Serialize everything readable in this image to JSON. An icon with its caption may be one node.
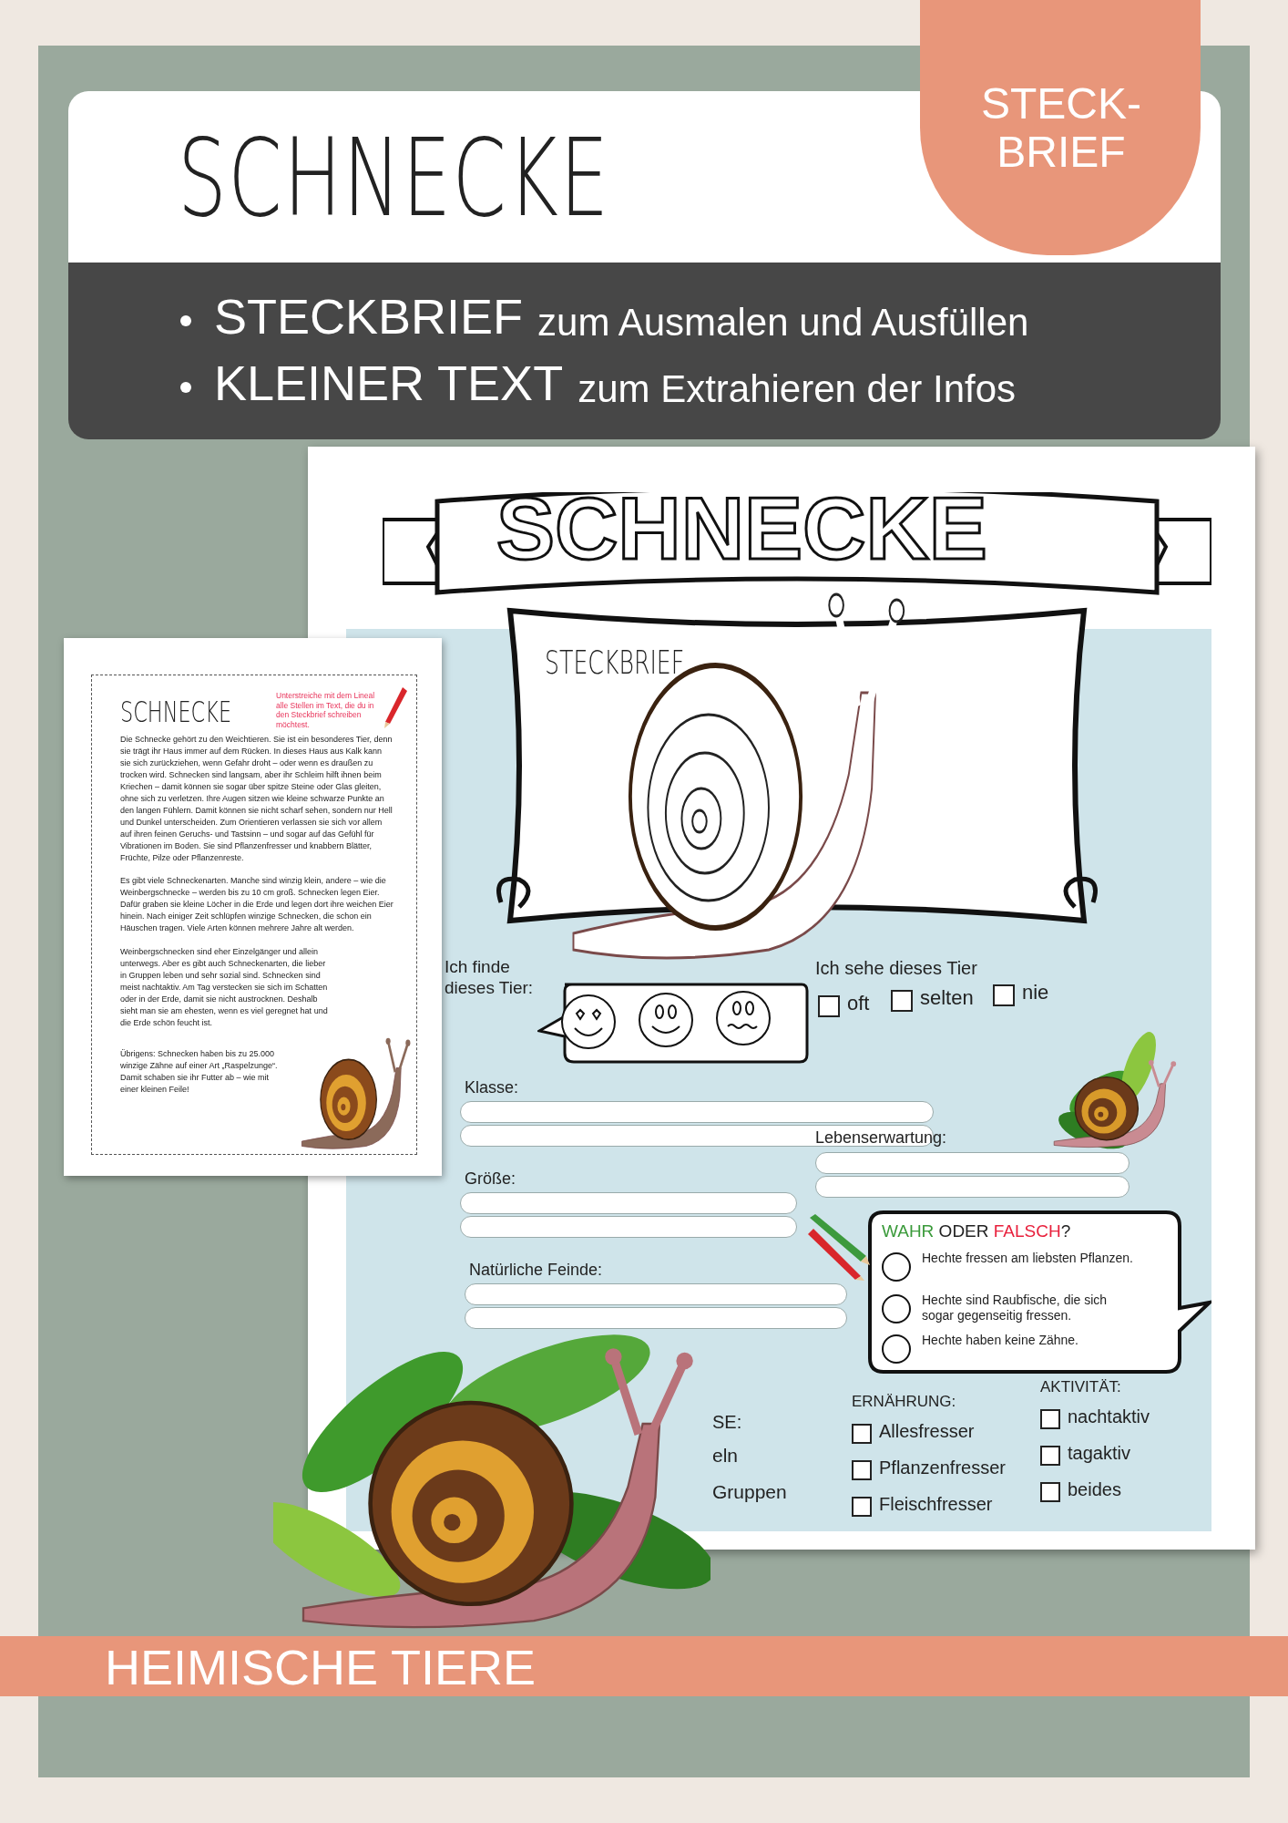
{
  "diagram": {
    "title": "SCHNECKE",
    "labels": [
      "STECK- BRIEF",
      "STECKBRIEF",
      "zum Ausmalen und Ausfüllen",
      "KLEINER TEXT",
      "zum Extrahieren der Infos",
      "SCHNECKE",
      "Unterstreiche mit dem Lineal alle Stellen im Text, die du in den Steckbrief schreiben möchtest.",
      "Die Schnecke gehört zu den Weichtieren. Sie ist ein besonderes Tier, denn sie trägt ihr Haus immer auf dem Rücken. In dieses Haus aus Kalk kann sie sich zurückziehen, wenn Gefahr droht – oder wenn es draußen zu trocken wird. Schnecken sind langsam, aber ihr Schleim hilft ihnen beim Kriechen – damit können sie sogar über spitze Steine oder Glas gleiten, ohne sich zu verletzen. Ihre Augen sitzen wie kleine schwarze Punkte an den langen Fühlern. Damit können sie nicht scharf sehen, sondern nur Hell und Dunkel unterscheiden. Zum Orientieren verlassen sie sich vor allem auf ihren feinen Geruchs- und Tastsinn – und sogar auf das Gefühl für Vibrationen im Boden. Sie sind Pflanzenfresser und knabbern Blätter, Früchte, Pilze oder Pflanzenreste.",
      "Es gibt viele Schneckenarten. Manche sind winzig klein, andere – wie die Weinbergschnecke – werden bis zu 10 cm groß. Schnecken legen Eier. Dafür graben sie kleine Löcher in die Erde und legen dort ihre weichen Eier hinein. Nach einiger Zeit schlüpfen winzige Schnecken, die schon ein Häuschen tragen. Viele Arten können mehrere Jahre alt werden.",
      "Weinbergschnecken sind eher Einzelgänger und allein unterwegs. Aber es gibt auch Schneckenarten, die lieber in Gruppen leben und sehr sozial sind. Schnecken sind meist nachtaktiv. Am Tag verstecken sie sich im Schatten oder in der Erde, damit sie nicht austrocknen. Deshalb sieht man sie am ehesten, wenn es viel geregnet hat und die Erde schön feucht ist.",
      "Übrigens: Schnecken haben bis zu 25.000 winzige Zähne auf einer Art „Raspelzunge“. Damit schaben sie ihr Futter ab – wie mit einer kleinen Feile!",
      "SCHNECKE",
      "STECKBRIEF",
      "Ich finde dieses Tier:",
      "Ich sehe dieses Tier",
      "oft",
      "selten",
      "nie",
      "Klasse:",
      "Lebenserwartung:",
      "Größe:",
      "WAHR ODER FALSCH?",
      "Natürliche Feinde:",
      "Hechte fressen am liebsten Pflanzen.",
      "Hechte sind Raubfische, die sich sogar gegenseitig fressen.",
      "Hechte haben keine Zähne.",
      "SE:",
      "ERNÄHRUNG:",
      "AKTIVITÄT:",
      "eln",
      "Allesfresser",
      "nachtaktiv",
      "Gruppen",
      "Pflanzenfresser",
      "tagaktiv",
      "Fleischfresser",
      "beides",
      "HEIMISCHE TIERE"
    ]
  }
}
